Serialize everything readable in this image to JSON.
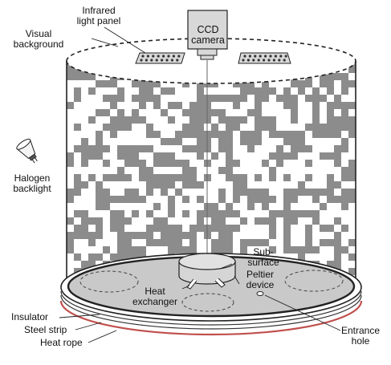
{
  "labels": {
    "infrared_light_panel": "Infrared\nlight panel",
    "visual_background": "Visual\nbackground",
    "ccd_camera": "CCD\ncamera",
    "halogen_backlight": "Halogen\nbacklight",
    "sub_surface": "Sub-\nsurface",
    "peltier_device": "Peltier\ndevice",
    "heat_exchanger": "Heat\nexchanger",
    "insulator": "Insulator",
    "steel_strip": "Steel strip",
    "heat_rope": "Heat rope",
    "entrance_hole": "Entrance\nhole"
  },
  "colors": {
    "pattern_gray": "#8c8c8c",
    "floor_gray": "#c9c9c9",
    "heat_rope_red": "#c0504d",
    "outline": "#222222"
  }
}
